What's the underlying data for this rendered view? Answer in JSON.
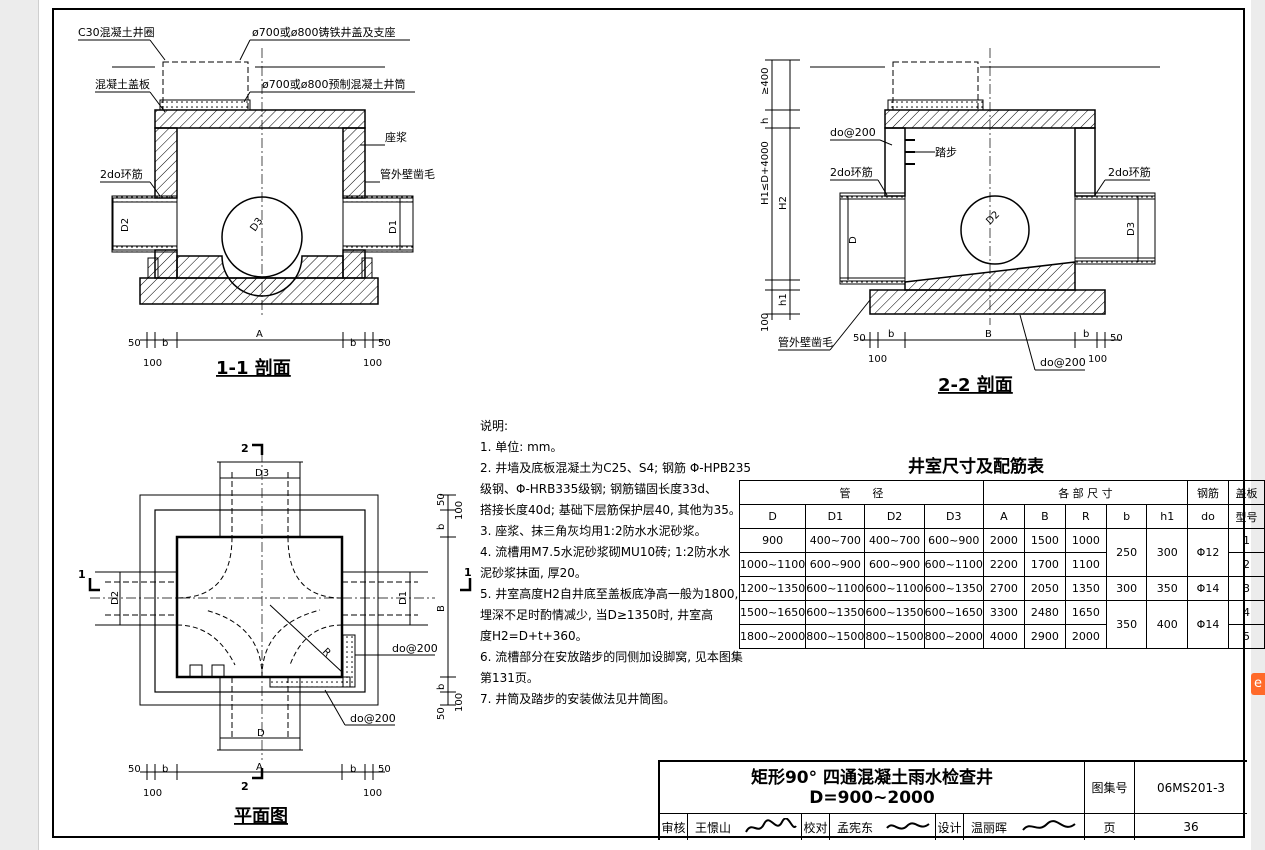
{
  "section11": {
    "title": "1-1 剖面",
    "label_c30": "C30混凝土井圈",
    "label_cover": "ø700或ø800铸铁井盖及支座",
    "label_slab": "混凝土盖板",
    "label_tube": "ø700或ø800预制混凝土井筒",
    "label_mortar": "座浆",
    "label_rough": "管外壁凿毛",
    "label_ring": "2do环筋",
    "dim_d2": "D2",
    "dim_d3": "D3",
    "dim_d1": "D1",
    "dim_a": "A",
    "dim_b": "b",
    "dim_50": "50",
    "dim_100": "100"
  },
  "section22": {
    "title": "2-2 剖面",
    "label_do200": "do@200",
    "label_step": "踏步",
    "label_ring": "2do环筋",
    "label_rough": "管外壁凿毛",
    "label_do200b": "do@200",
    "dim_400": "≥400",
    "dim_h": "h",
    "dim_h1d": "H1≤D+4000",
    "dim_h2": "H2",
    "dim_d": "D",
    "dim_d2": "D2",
    "dim_d3": "D3",
    "dim_h1": "h1",
    "dim_100v": "100",
    "dim_b": "B",
    "dim_bb": "b",
    "dim_50": "50",
    "dim_100": "100"
  },
  "plan": {
    "title": "平面图",
    "mark2": "2",
    "mark1": "1",
    "dim_d3": "D3",
    "dim_d2": "D2",
    "dim_d1": "D1",
    "dim_d": "D",
    "dim_r": "R",
    "dim_b_big": "B",
    "dim_b": "b",
    "dim_50": "50",
    "dim_100": "100",
    "dim_a": "A",
    "label_do200": "do@200",
    "label_do200b": "do@200"
  },
  "notes": {
    "heading": "说明:",
    "lines": [
      "1. 单位: mm。",
      "2. 井墙及底板混凝土为C25、S4; 钢筋 Φ-HPB235",
      "    级钢、Φ-HRB335级钢; 钢筋锚固长度33d、",
      "    搭接长度40d; 基础下层筋保护层40, 其他为35。",
      "3. 座浆、抹三角灰均用1:2防水水泥砂浆。",
      "4. 流槽用M7.5水泥砂浆砌MU10砖; 1:2防水水",
      "    泥砂浆抹面, 厚20。",
      "5. 井室高度H2自井底至盖板底净高一般为1800,",
      "    埋深不足时酌情减少, 当D≥1350时, 井室高",
      "    度H2=D+t+360。",
      "6. 流槽部分在安放踏步的同侧加设脚窝, 见本图集",
      "    第131页。",
      "7. 井筒及踏步的安装做法见井筒图。"
    ]
  },
  "table": {
    "title": "井室尺寸及配筋表",
    "group_pipe": "管　　径",
    "group_size": "各 部 尺 寸",
    "group_rebar": "钢筋",
    "group_cover": "盖板",
    "headers": [
      "D",
      "D1",
      "D2",
      "D3",
      "A",
      "B",
      "R",
      "b",
      "h1",
      "do",
      "型号"
    ],
    "rows": [
      {
        "D": "900",
        "D1": "400~700",
        "D2": "400~700",
        "D3": "600~900",
        "A": "2000",
        "B": "1500",
        "R": "1000",
        "type": "1"
      },
      {
        "D": "1000~1100",
        "D1": "600~900",
        "D2": "600~900",
        "D3": "600~1100",
        "A": "2200",
        "B": "1700",
        "R": "1100",
        "type": "2"
      },
      {
        "D": "1200~1350",
        "D1": "600~1100",
        "D2": "600~1100",
        "D3": "600~1350",
        "A": "2700",
        "B": "2050",
        "R": "1350",
        "type": "3"
      },
      {
        "D": "1500~1650",
        "D1": "600~1350",
        "D2": "600~1350",
        "D3": "600~1650",
        "A": "3300",
        "B": "2480",
        "R": "1650",
        "type": "4"
      },
      {
        "D": "1800~2000",
        "D1": "800~1500",
        "D2": "800~1500",
        "D3": "800~2000",
        "A": "4000",
        "B": "2900",
        "R": "2000",
        "type": "5"
      }
    ],
    "merged": {
      "b1": "250",
      "h1_1": "300",
      "do1": "Φ12",
      "b3": "300",
      "h1_3": "350",
      "do3": "Φ14",
      "b4": "350",
      "h1_4": "400",
      "do4": "Φ14"
    }
  },
  "titleblock": {
    "title_line1": "矩形90° 四通混凝土雨水检查井",
    "title_line2": "D=900~2000",
    "atlas_label": "图集号",
    "atlas_no": "06MS201-3",
    "page_label": "页",
    "page_no": "36",
    "review_label": "审核",
    "reviewer": "王憬山",
    "check_label": "校对",
    "checker": "孟宪东",
    "design_label": "设计",
    "designer": "温丽晖"
  }
}
